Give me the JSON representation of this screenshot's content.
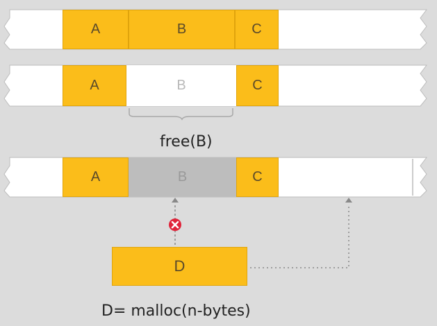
{
  "diagram": {
    "row1": {
      "blocks": [
        "A",
        "B",
        "C"
      ]
    },
    "row2": {
      "blocks": [
        "A",
        "B",
        "C"
      ]
    },
    "free_caption": "free(B)",
    "row3": {
      "blocks": [
        "A",
        "B",
        "C"
      ]
    },
    "new_block": "D",
    "malloc_caption": "D= malloc(n-bytes)"
  },
  "colors": {
    "allocated": "#fbbd1a",
    "free": "#ffffff",
    "fragment": "#bdbdbd",
    "error": "#e0243a",
    "background": "#dcdcdc"
  }
}
